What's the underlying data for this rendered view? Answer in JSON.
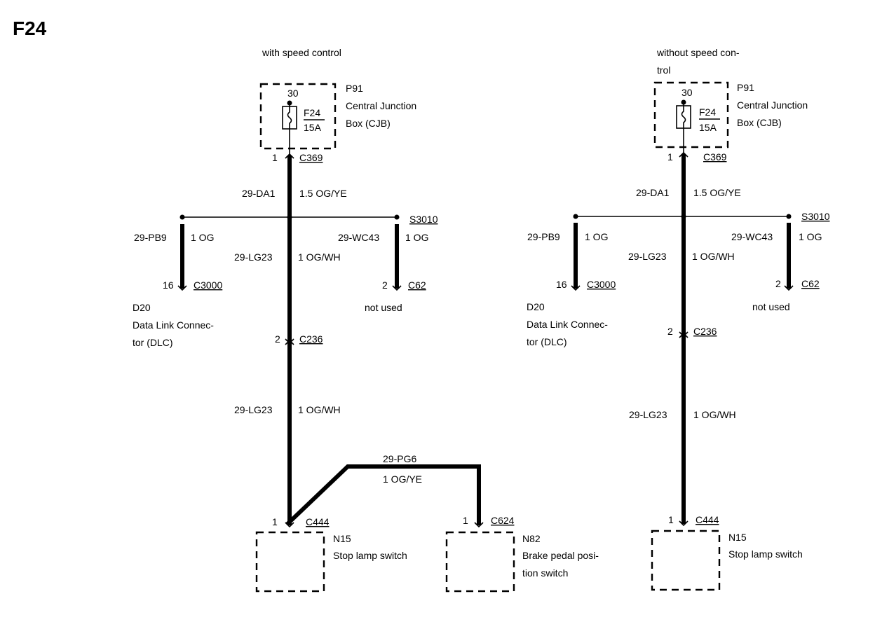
{
  "title": "F24",
  "colors": {
    "ink": "#000000",
    "background": "#ffffff"
  },
  "left": {
    "heading": "with speed control",
    "cjb": {
      "pin": "30",
      "fuse_id": "F24",
      "fuse_rating": "15A",
      "id": "P91",
      "name_line1": "Central Junction",
      "name_line2": "Box (CJB)"
    },
    "c369": {
      "pin": "1",
      "connector": "C369"
    },
    "feed_wire": {
      "circuit": "29-DA1",
      "spec": "1.5 OG/YE"
    },
    "splice": "S3010",
    "branch_dlc": {
      "circuit": "29-PB9",
      "spec": "1 OG",
      "pin": "16",
      "connector": "C3000",
      "id": "D20",
      "name_line1": "Data Link Connec-",
      "name_line2": "tor (DLC)"
    },
    "branch_center": {
      "circuit": "29-LG23",
      "spec": "1 OG/WH"
    },
    "branch_c62": {
      "circuit": "29-WC43",
      "spec": "1 OG",
      "pin": "2",
      "connector": "C62",
      "note": "not used"
    },
    "c236": {
      "pin": "2",
      "connector": "C236"
    },
    "lower_wire": {
      "circuit": "29-LG23",
      "spec": "1 OG/WH"
    },
    "pg6_wire": {
      "circuit": "29-PG6",
      "spec": "1 OG/YE"
    },
    "n15": {
      "pin": "1",
      "connector": "C444",
      "id": "N15",
      "name": "Stop lamp switch"
    },
    "n82": {
      "pin": "1",
      "connector": "C624",
      "id": "N82",
      "name_line1": "Brake pedal posi-",
      "name_line2": "tion switch"
    }
  },
  "right": {
    "heading_line1": "without speed con-",
    "heading_line2": "trol",
    "cjb": {
      "pin": "30",
      "fuse_id": "F24",
      "fuse_rating": "15A",
      "id": "P91",
      "name_line1": "Central Junction",
      "name_line2": "Box (CJB)"
    },
    "c369": {
      "pin": "1",
      "connector": "C369"
    },
    "feed_wire": {
      "circuit": "29-DA1",
      "spec": "1.5 OG/YE"
    },
    "splice": "S3010",
    "branch_dlc": {
      "circuit": "29-PB9",
      "spec": "1 OG",
      "pin": "16",
      "connector": "C3000",
      "id": "D20",
      "name_line1": "Data Link Connec-",
      "name_line2": "tor (DLC)"
    },
    "branch_center": {
      "circuit": "29-LG23",
      "spec": "1 OG/WH"
    },
    "branch_c62": {
      "circuit": "29-WC43",
      "spec": "1 OG",
      "pin": "2",
      "connector": "C62",
      "note": "not used"
    },
    "c236": {
      "pin": "2",
      "connector": "C236"
    },
    "lower_wire": {
      "circuit": "29-LG23",
      "spec": "1 OG/WH"
    },
    "n15": {
      "pin": "1",
      "connector": "C444",
      "id": "N15",
      "name": "Stop lamp switch"
    }
  }
}
